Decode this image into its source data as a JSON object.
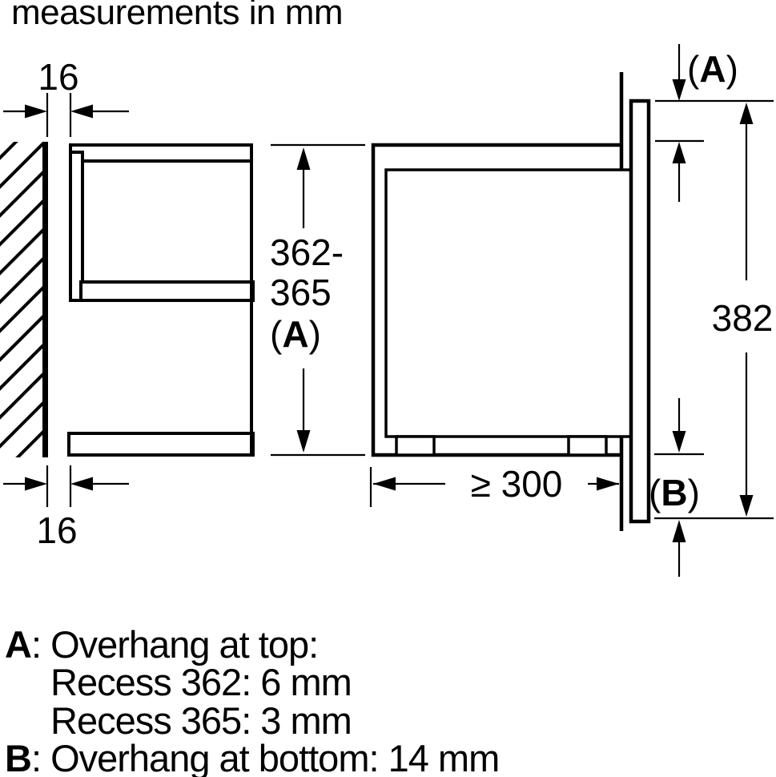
{
  "title": "measurements in mm",
  "symbols": {
    "paren_open": "(",
    "paren_close": ")",
    "ref_a": "A",
    "ref_b": "B"
  },
  "diagram": {
    "side_view": {
      "wall_gap_top": "16",
      "wall_gap_bottom": "16",
      "niche_height_line1": "362-",
      "niche_height_line2": "365"
    },
    "front_view": {
      "front_height": "382",
      "min_depth": "≥ 300"
    }
  },
  "legend": {
    "a_key": "A",
    "a_text": ": Overhang at top:",
    "a_sub1": "Recess 362: 6 mm",
    "a_sub2": "Recess 365: 3 mm",
    "b_key": "B",
    "b_text": ": Overhang at bottom: 14 mm"
  }
}
